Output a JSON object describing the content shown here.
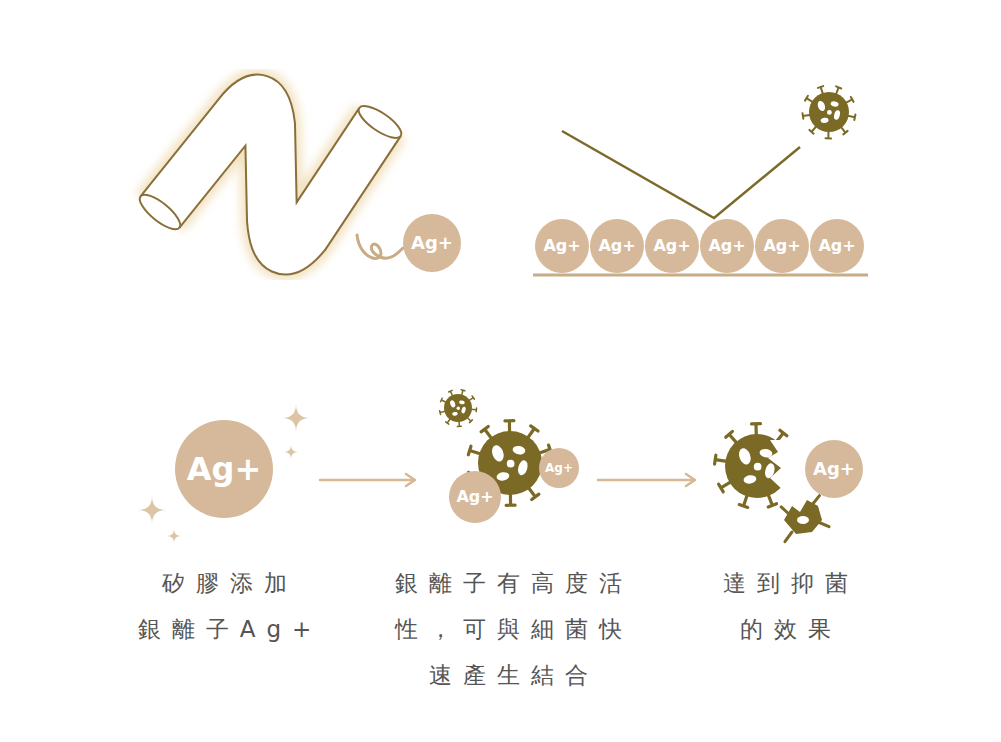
{
  "diagram": {
    "nodes": [
      {
        "text": [
          "Ag+"
        ]
      },
      {
        "text": [
          "Ag+"
        ]
      },
      {
        "text": [
          "Ag+"
        ]
      },
      {
        "text": [
          "Ag+"
        ]
      },
      {
        "text": [
          "Ag+"
        ]
      },
      {
        "text": [
          "Ag+"
        ]
      },
      {
        "text": [
          "Ag+"
        ]
      },
      {
        "text": [
          "Ag+"
        ]
      },
      {
        "text": [
          "Ag+"
        ]
      },
      {
        "text": [
          "Ag+"
        ]
      },
      {
        "text": [
          "Ag+"
        ]
      }
    ],
    "labels": [
      "矽膠添加 銀離子Ag+",
      "銀離子有高度活 性，可與細菌快 速產生結合",
      "達到抑菌 的效果"
    ]
  }
}
